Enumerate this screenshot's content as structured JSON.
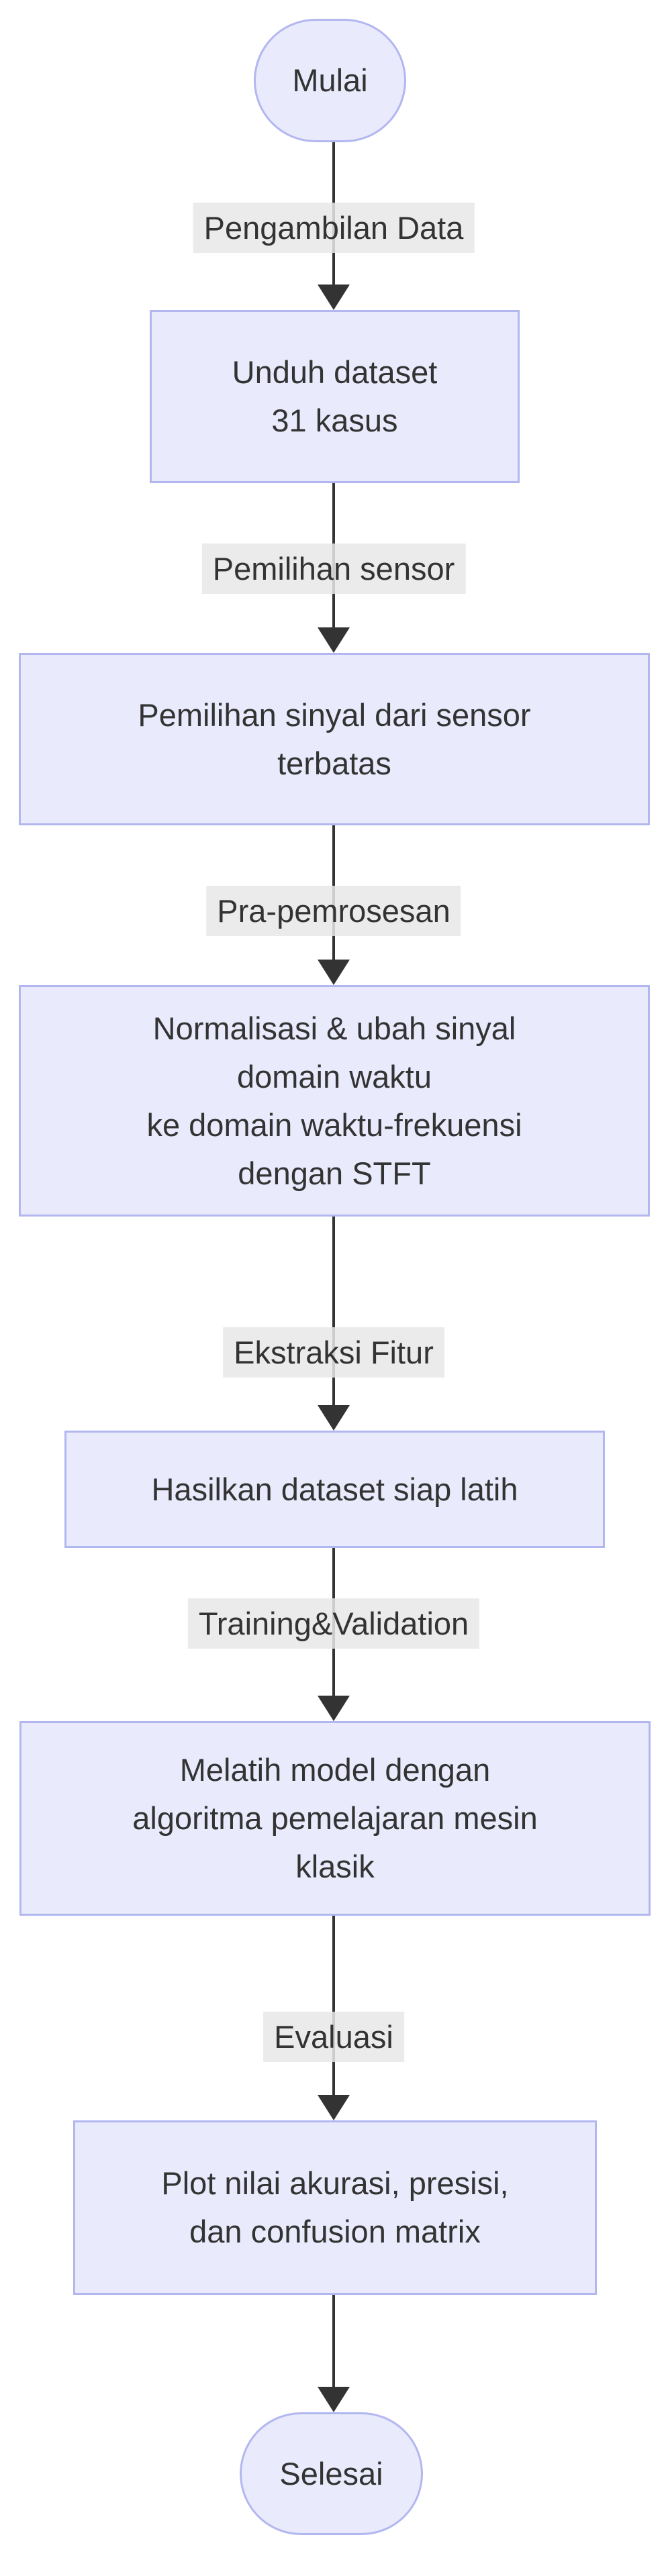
{
  "diagram": {
    "type": "flowchart",
    "direction": "top-down",
    "theme": {
      "background": "#ffffff",
      "node_fill": "#e9eafc",
      "node_border": "#b3b7f0",
      "text_color": "#333333",
      "edge_color": "#333333",
      "edge_label_bg": "#e8e8e8"
    },
    "nodes": [
      {
        "id": "start",
        "shape": "stadium",
        "label": "Mulai"
      },
      {
        "id": "unduh",
        "shape": "rect",
        "label": "Unduh dataset\n31 kasus"
      },
      {
        "id": "pemilihan",
        "shape": "rect",
        "label": "Pemilihan sinyal dari sensor\nterbatas"
      },
      {
        "id": "normalisasi",
        "shape": "rect",
        "label": "Normalisasi & ubah sinyal\ndomain waktu\nke domain waktu-frekuensi\ndengan STFT"
      },
      {
        "id": "hasilkan",
        "shape": "rect",
        "label": "Hasilkan dataset siap latih"
      },
      {
        "id": "melatih",
        "shape": "rect",
        "label": "Melatih model dengan\nalgoritma pemelajaran mesin\nklasik"
      },
      {
        "id": "plot",
        "shape": "rect",
        "label": "Plot nilai akurasi, presisi,\ndan confusion matrix"
      },
      {
        "id": "end",
        "shape": "stadium",
        "label": "Selesai"
      }
    ],
    "edges": [
      {
        "from": "start",
        "to": "unduh",
        "label": "Pengambilan Data"
      },
      {
        "from": "unduh",
        "to": "pemilihan",
        "label": "Pemilihan sensor"
      },
      {
        "from": "pemilihan",
        "to": "normalisasi",
        "label": "Pra-pemrosesan"
      },
      {
        "from": "normalisasi",
        "to": "hasilkan",
        "label": "Ekstraksi Fitur"
      },
      {
        "from": "hasilkan",
        "to": "melatih",
        "label": "Training&Validation"
      },
      {
        "from": "melatih",
        "to": "plot",
        "label": "Evaluasi"
      },
      {
        "from": "plot",
        "to": "end",
        "label": ""
      }
    ]
  }
}
